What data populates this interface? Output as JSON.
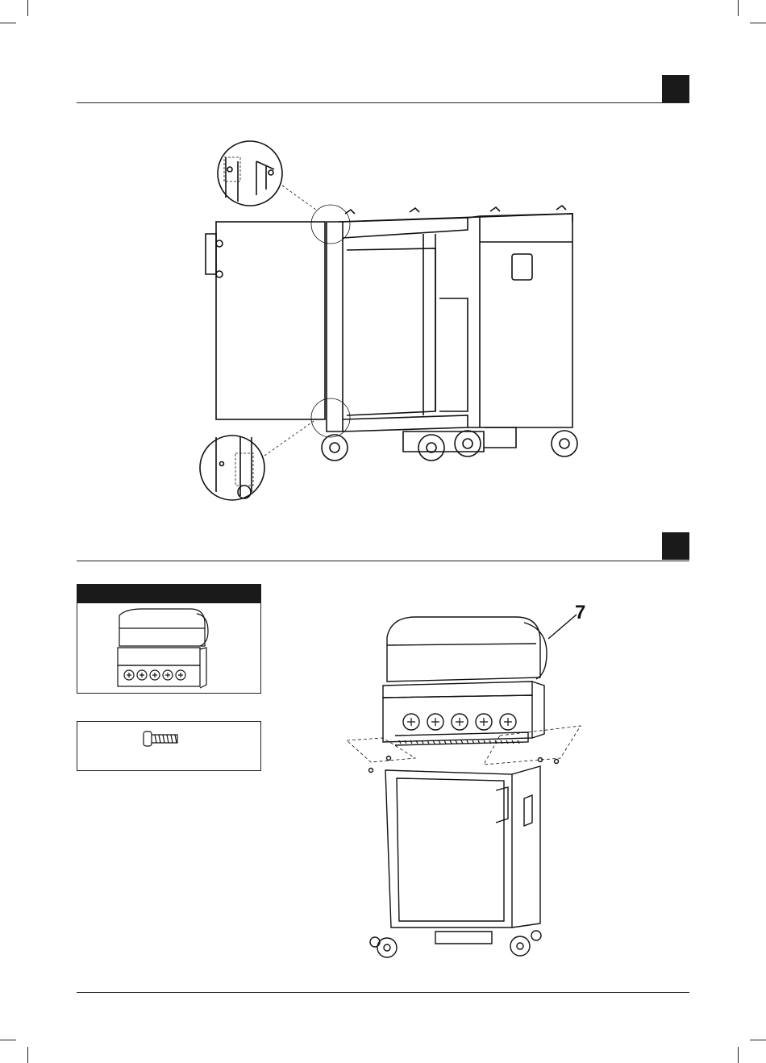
{
  "page": {
    "section1": {
      "step_block_color": "#1a1a1a"
    },
    "section2": {
      "step_block_color": "#1a1a1a",
      "part_callout": "7"
    },
    "icons": [
      "cart-frame-illustration",
      "detail-magnifier",
      "grill-head-illustration",
      "screw-icon",
      "cart-cabinet-illustration"
    ]
  }
}
